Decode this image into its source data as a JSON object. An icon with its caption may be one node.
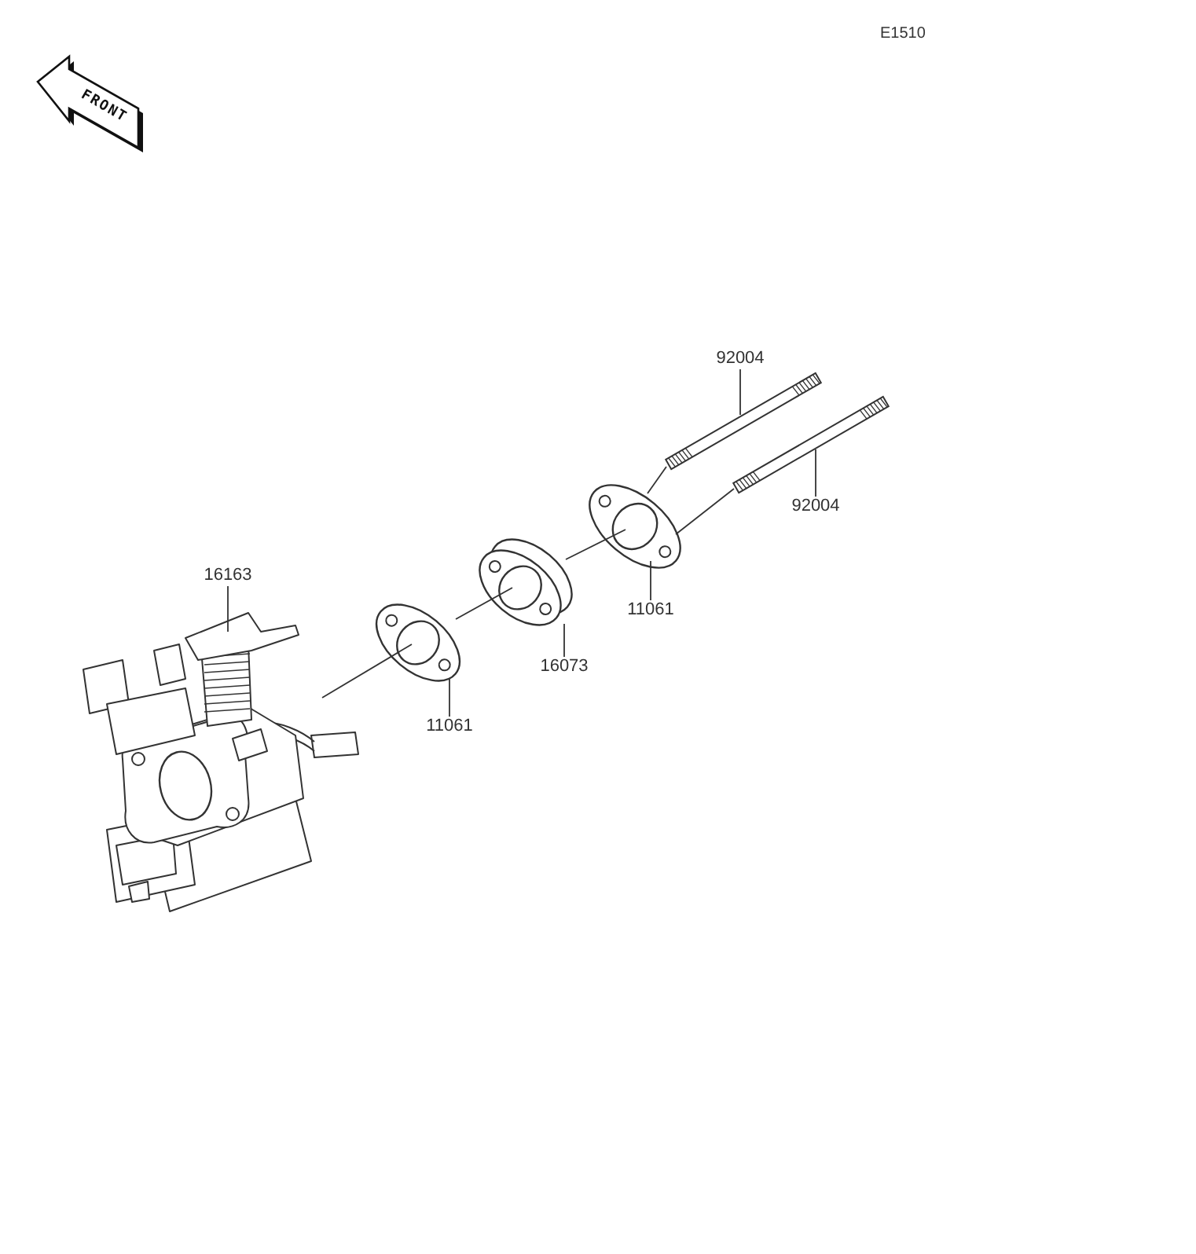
{
  "diagram": {
    "nodes": [
      {
        "text": [
          "92004"
        ]
      },
      {
        "text": [],
        "shape": "picture"
      },
      {
        "text": [
          "92004"
        ]
      },
      {
        "text": [],
        "shape": "picture"
      },
      {
        "text": [],
        "shape": "picture"
      },
      {
        "text": [
          "11061"
        ]
      },
      {
        "text": [],
        "shape": "picture"
      },
      {
        "text": [
          "16073"
        ]
      },
      {
        "text": [
          "16163"
        ]
      },
      {
        "text": [],
        "shape": "picture"
      },
      {
        "text": [],
        "shape": "picture"
      },
      {
        "text": [
          "11061"
        ]
      }
    ],
    "edges": [
      {
        "from": 0,
        "to": 1,
        "arrow": "none"
      },
      {
        "from": 2,
        "to": 3,
        "arrow": "none"
      },
      {
        "from": 5,
        "to": 4,
        "arrow": "none"
      },
      {
        "from": 7,
        "to": 6,
        "arrow": "none"
      },
      {
        "from": 8,
        "to": 9,
        "arrow": "none"
      },
      {
        "from": 11,
        "to": 10,
        "arrow": "none"
      },
      {
        "from": 9,
        "to": 10,
        "arrow": "none"
      },
      {
        "from": 10,
        "to": 6,
        "arrow": "none"
      },
      {
        "from": 6,
        "to": 4,
        "arrow": "none"
      },
      {
        "from": 4,
        "to": 1,
        "arrow": "none"
      },
      {
        "from": 4,
        "to": 3,
        "arrow": "none"
      }
    ],
    "labels": [
      "E1510",
      "FRONT"
    ]
  }
}
